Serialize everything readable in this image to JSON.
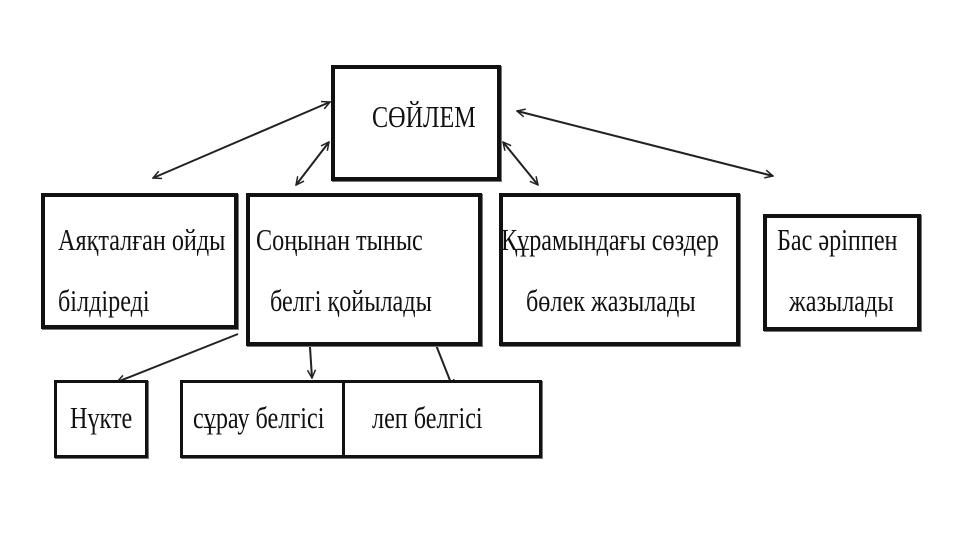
{
  "root": {
    "label": "СӨЙЛЕМ"
  },
  "properties": [
    {
      "line1": "Аяқталған ойды",
      "line2": "білдіреді"
    },
    {
      "line1": "Соңынан тыныс",
      "line2": "белгі қойылады"
    },
    {
      "line1": "Құрамындағы сөздер",
      "line2": "бөлек жазылады"
    },
    {
      "line1": "Бас әріппен",
      "line2": "жазылады"
    }
  ],
  "punctuation": [
    {
      "label": "Нүкте"
    },
    {
      "label": "сұрау белгісі"
    },
    {
      "label": "леп белгісі"
    }
  ]
}
